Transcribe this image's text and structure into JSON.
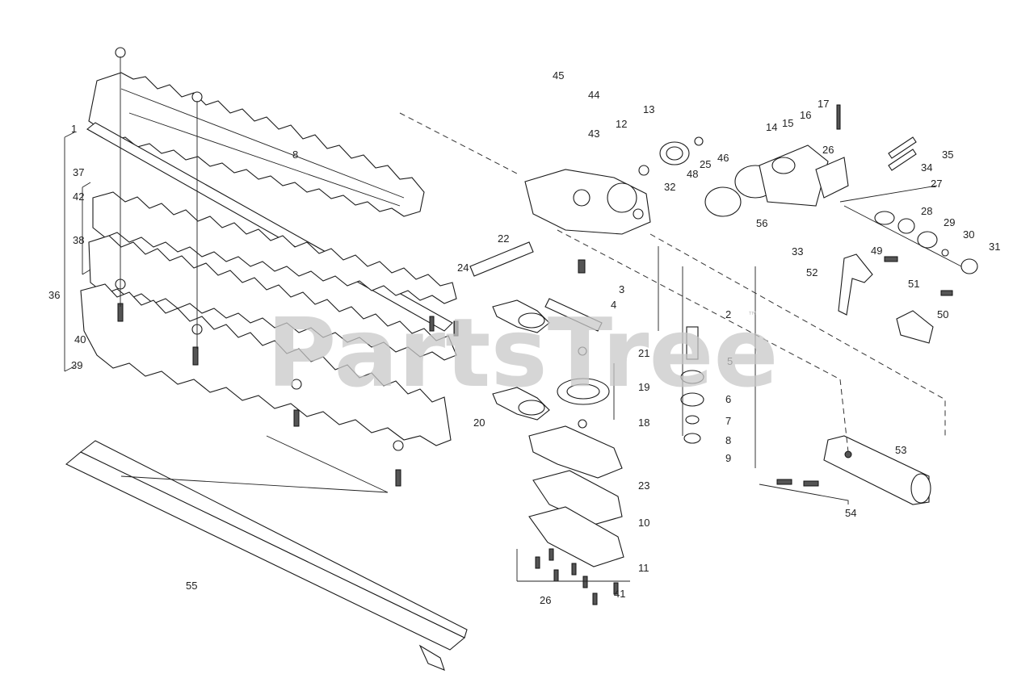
{
  "watermark": {
    "text": "PartsTree",
    "trademark": "™"
  },
  "callouts": {
    "c1": "1",
    "c2": "2",
    "c3": "3",
    "c4": "4",
    "c5": "5",
    "c6": "6",
    "c7": "7",
    "c8": "8",
    "c9": "9",
    "c10": "10",
    "c11": "11",
    "c12": "12",
    "c13": "13",
    "c14": "14",
    "c15": "15",
    "c16": "16",
    "c17": "17",
    "c18": "18",
    "c19": "19",
    "c20": "20",
    "c21": "21",
    "c22": "22",
    "c23": "23",
    "c24": "24",
    "c25": "25",
    "c26": "26",
    "c27": "27",
    "c28": "28",
    "c29": "29",
    "c30": "30",
    "c31": "31",
    "c32": "32",
    "c33": "33",
    "c34": "34",
    "c35": "35",
    "c36": "36",
    "c37": "37",
    "c38": "38",
    "c39": "39",
    "c40": "40",
    "c41": "41",
    "c42": "42",
    "c43": "43",
    "c44": "44",
    "c45": "45",
    "c46": "46",
    "c48": "48",
    "c49": "49",
    "c50": "50",
    "c51": "51",
    "c52": "52",
    "c53": "53",
    "c54": "54",
    "c55": "55",
    "c56": "56"
  }
}
